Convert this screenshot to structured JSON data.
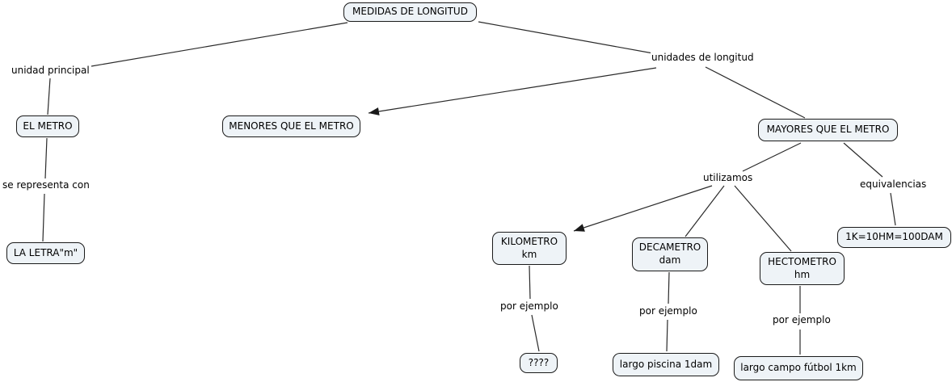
{
  "app": {
    "background_color": "#ffffff",
    "node_fill_color": "#eef3f7",
    "node_border_color": "#1a1a1a",
    "line_color": "#2a2a2a",
    "text_color": "#000000"
  },
  "nodes": {
    "medidas": {
      "label": "MEDIDAS DE LONGITUD"
    },
    "el_metro": {
      "label": "EL METRO"
    },
    "la_letra": {
      "label": "LA LETRA\"m\""
    },
    "menores": {
      "label": "MENORES QUE EL METRO"
    },
    "mayores": {
      "label": "MAYORES QUE EL METRO"
    },
    "kilometro": {
      "label": "KILOMETRO",
      "sublabel": "km"
    },
    "decametro": {
      "label": "DECAMETRO",
      "sublabel": "dam"
    },
    "hectometro": {
      "label": "HECTOMETRO",
      "sublabel": "hm"
    },
    "equivalencia": {
      "label": "1K=10HM=100DAM"
    },
    "ejemplo_km": {
      "label": "????"
    },
    "ejemplo_dam": {
      "label": "largo piscina 1dam"
    },
    "ejemplo_hm": {
      "label": "largo campo fútbol 1km"
    }
  },
  "edge_labels": {
    "unidad_principal": "unidad principal",
    "unidades_de_longitud": "unidades de longitud",
    "se_representa_con": "se representa con",
    "utilizamos": "utilizamos",
    "equivalencias": "equivalencias",
    "por_ejemplo_km": "por ejemplo",
    "por_ejemplo_dam": "por ejemplo",
    "por_ejemplo_hm": "por ejemplo"
  }
}
